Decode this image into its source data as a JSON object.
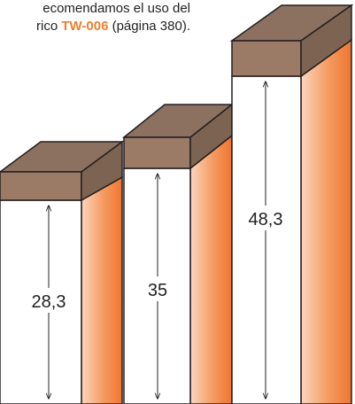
{
  "caption": {
    "line1": "ecomendamos el uso del",
    "line2_prefix": "rico ",
    "line2_code": "TW-006",
    "line2_suffix": " (página 380)."
  },
  "dimensions": [
    {
      "value": "28,3"
    },
    {
      "value": "35"
    },
    {
      "value": "48,3"
    }
  ],
  "colors": {
    "cap_top": "#8c7160",
    "cap_front": "#9c7b66",
    "cap_side": "#7d6352",
    "body_front": "#ffffff",
    "body_side_light": "#fbd6bd",
    "body_side_dark": "#f07530",
    "outline": "#231f20",
    "accent": "#f07f2e"
  }
}
